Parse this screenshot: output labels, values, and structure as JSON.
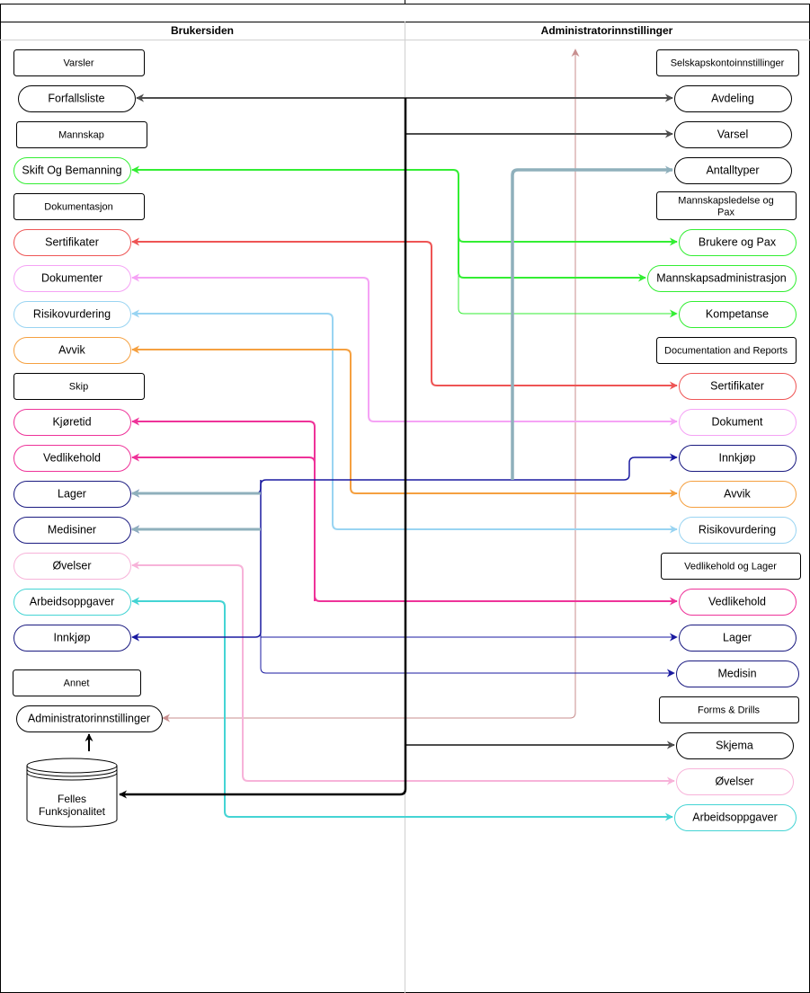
{
  "header": {
    "left_title": "Brukersiden",
    "right_title": "Administratorinnstillinger"
  },
  "colors": {
    "dark": "#4d4d4d",
    "black": "#000000",
    "green": "#33ee33",
    "light_green": "#77ee77",
    "red": "#ee5555",
    "pink": "#f5a3f5",
    "light_blue": "#99d4f2",
    "orange": "#f5a040",
    "magenta": "#ee3399",
    "navy": "#1a1aa0",
    "blue": "#4444cc",
    "light_pink": "#f7b3d9",
    "teal": "#44d4d4",
    "steel": "#8fb0bc",
    "rose": "#c88f8f"
  },
  "left_nodes": [
    {
      "id": "varsler",
      "label": "Varsler",
      "shape": "rect",
      "color": "#000000"
    },
    {
      "id": "forfallsliste",
      "label": "Forfallsliste",
      "shape": "pill",
      "color": "#000000"
    },
    {
      "id": "mannskap",
      "label": "Mannskap",
      "shape": "rect",
      "color": "#000000"
    },
    {
      "id": "skift",
      "label": "Skift Og Bemanning",
      "shape": "pill",
      "color": "#33ee33"
    },
    {
      "id": "dokumentasjon",
      "label": "Dokumentasjon",
      "shape": "rect",
      "color": "#000000"
    },
    {
      "id": "sertifikater",
      "label": "Sertifikater",
      "shape": "pill",
      "color": "#ee5555"
    },
    {
      "id": "dokumenter",
      "label": "Dokumenter",
      "shape": "pill",
      "color": "#f5a3f5"
    },
    {
      "id": "risikovurdering",
      "label": "Risikovurdering",
      "shape": "pill",
      "color": "#99d4f2"
    },
    {
      "id": "avvik",
      "label": "Avvik",
      "shape": "pill",
      "color": "#f5a040"
    },
    {
      "id": "skip",
      "label": "Skip",
      "shape": "rect",
      "color": "#000000"
    },
    {
      "id": "kjoretid",
      "label": "Kjøretid",
      "shape": "pill",
      "color": "#ee3399"
    },
    {
      "id": "vedlikehold",
      "label": "Vedlikehold",
      "shape": "pill",
      "color": "#ee3399"
    },
    {
      "id": "lager",
      "label": "Lager",
      "shape": "pill",
      "color": "#1a1a80"
    },
    {
      "id": "medisiner",
      "label": "Medisiner",
      "shape": "pill",
      "color": "#1a1a80"
    },
    {
      "id": "ovelser",
      "label": "Øvelser",
      "shape": "pill",
      "color": "#f7b3d9"
    },
    {
      "id": "arbeidsoppgaver",
      "label": "Arbeidsoppgaver",
      "shape": "pill",
      "color": "#44d4d4"
    },
    {
      "id": "innkjop",
      "label": "Innkjøp",
      "shape": "pill",
      "color": "#1a1a80"
    },
    {
      "id": "annet",
      "label": "Annet",
      "shape": "rect",
      "color": "#000000"
    },
    {
      "id": "admin",
      "label": "Administratorinnstillinger",
      "shape": "pill",
      "color": "#000000"
    }
  ],
  "database": {
    "label_line1": "Felles",
    "label_line2": "Funksjonalitet"
  },
  "right_nodes": [
    {
      "id": "r_selskap",
      "label": "Selskapskontoinnstillinger",
      "shape": "rect",
      "color": "#000000"
    },
    {
      "id": "r_avdeling",
      "label": "Avdeling",
      "shape": "pill",
      "color": "#000000"
    },
    {
      "id": "r_varsel",
      "label": "Varsel",
      "shape": "pill",
      "color": "#000000"
    },
    {
      "id": "r_antall",
      "label": "Antalltyper",
      "shape": "pill",
      "color": "#000000"
    },
    {
      "id": "r_mannskapsledelse",
      "label_line1": "Mannskapsledelse og",
      "label_line2": "Pax",
      "shape": "rect",
      "color": "#000000"
    },
    {
      "id": "r_brukere",
      "label": "Brukere og Pax",
      "shape": "pill",
      "color": "#33ee33"
    },
    {
      "id": "r_mannskapsadm",
      "label": "Mannskapsadministrasjon",
      "shape": "pill",
      "color": "#33ee33"
    },
    {
      "id": "r_kompetanse",
      "label": "Kompetanse",
      "shape": "pill",
      "color": "#33ee33"
    },
    {
      "id": "r_docrep",
      "label": "Documentation and Reports",
      "shape": "rect",
      "color": "#000000"
    },
    {
      "id": "r_sertifikater",
      "label": "Sertifikater",
      "shape": "pill",
      "color": "#ee5555"
    },
    {
      "id": "r_dokument",
      "label": "Dokument",
      "shape": "pill",
      "color": "#f5a3f5"
    },
    {
      "id": "r_innkjop",
      "label": "Innkjøp",
      "shape": "pill",
      "color": "#1a1a80"
    },
    {
      "id": "r_avvik",
      "label": "Avvik",
      "shape": "pill",
      "color": "#f5a040"
    },
    {
      "id": "r_risiko",
      "label": "Risikovurdering",
      "shape": "pill",
      "color": "#99d4f2"
    },
    {
      "id": "r_vedlager",
      "label": "Vedlikehold og Lager",
      "shape": "rect",
      "color": "#000000"
    },
    {
      "id": "r_vedlikehold",
      "label": "Vedlikehold",
      "shape": "pill",
      "color": "#ee3399"
    },
    {
      "id": "r_lager",
      "label": "Lager",
      "shape": "pill",
      "color": "#1a1a80"
    },
    {
      "id": "r_medisin",
      "label": "Medisin",
      "shape": "pill",
      "color": "#1a1a80"
    },
    {
      "id": "r_forms",
      "label": "Forms & Drills",
      "shape": "rect",
      "color": "#000000"
    },
    {
      "id": "r_skjema",
      "label": "Skjema",
      "shape": "pill",
      "color": "#000000"
    },
    {
      "id": "r_ovelser",
      "label": "Øvelser",
      "shape": "pill",
      "color": "#f7b3d9"
    },
    {
      "id": "r_arbeid",
      "label": "Arbeidsoppgaver",
      "shape": "pill",
      "color": "#44d4d4"
    }
  ],
  "connectors": [
    {
      "id": "c_forfallsliste",
      "from": "Felles Funksjonalitet",
      "to": "Forfallsliste",
      "color": "#4d4d4d"
    },
    {
      "id": "c_avdeling",
      "from": "Felles Funksjonalitet",
      "to": "Avdeling",
      "color": "#4d4d4d"
    },
    {
      "id": "c_varsel",
      "from": "Felles Funksjonalitet",
      "to": "Varsel",
      "color": "#4d4d4d"
    },
    {
      "id": "c_skjema",
      "from": "Felles Funksjonalitet",
      "to": "Skjema",
      "color": "#4d4d4d"
    },
    {
      "id": "c_felles",
      "from": "Felles Funksjonalitet",
      "to": "Felles Funksjonalitet",
      "color": "#000000"
    },
    {
      "id": "c_skift",
      "from": "Skift Og Bemanning",
      "to": "Brukere og Pax / Mannskapsadministrasjon / Kompetanse",
      "color": "#33ee33"
    },
    {
      "id": "c_sertifikater",
      "from": "Sertifikater",
      "to": "Sertifikater",
      "color": "#ee5555"
    },
    {
      "id": "c_dokumenter",
      "from": "Dokumenter",
      "to": "Dokument",
      "color": "#f5a3f5"
    },
    {
      "id": "c_risiko",
      "from": "Risikovurdering",
      "to": "Risikovurdering",
      "color": "#99d4f2"
    },
    {
      "id": "c_avvik",
      "from": "Avvik",
      "to": "Avvik",
      "color": "#f5a040"
    },
    {
      "id": "c_kjoretid",
      "from": "Kjøretid",
      "to": "Vedlikehold",
      "color": "#ee3399"
    },
    {
      "id": "c_antall",
      "from": "Lager / Medisiner",
      "to": "Antalltyper",
      "color": "#8fb0bc"
    },
    {
      "id": "c_innkjop",
      "from": "Lager / Medisiner / Innkjøp",
      "to": "Innkjøp / Lager / Medisin",
      "color": "#1a1aa0"
    },
    {
      "id": "c_ovelser",
      "from": "Øvelser",
      "to": "Øvelser",
      "color": "#f7b3d9"
    },
    {
      "id": "c_arbeid",
      "from": "Arbeidsoppgaver",
      "to": "Arbeidsoppgaver",
      "color": "#44d4d4"
    },
    {
      "id": "c_admin",
      "from": "Administratorinnstillinger",
      "to": "Administratorinnstillinger",
      "color": "#c88f8f"
    }
  ]
}
